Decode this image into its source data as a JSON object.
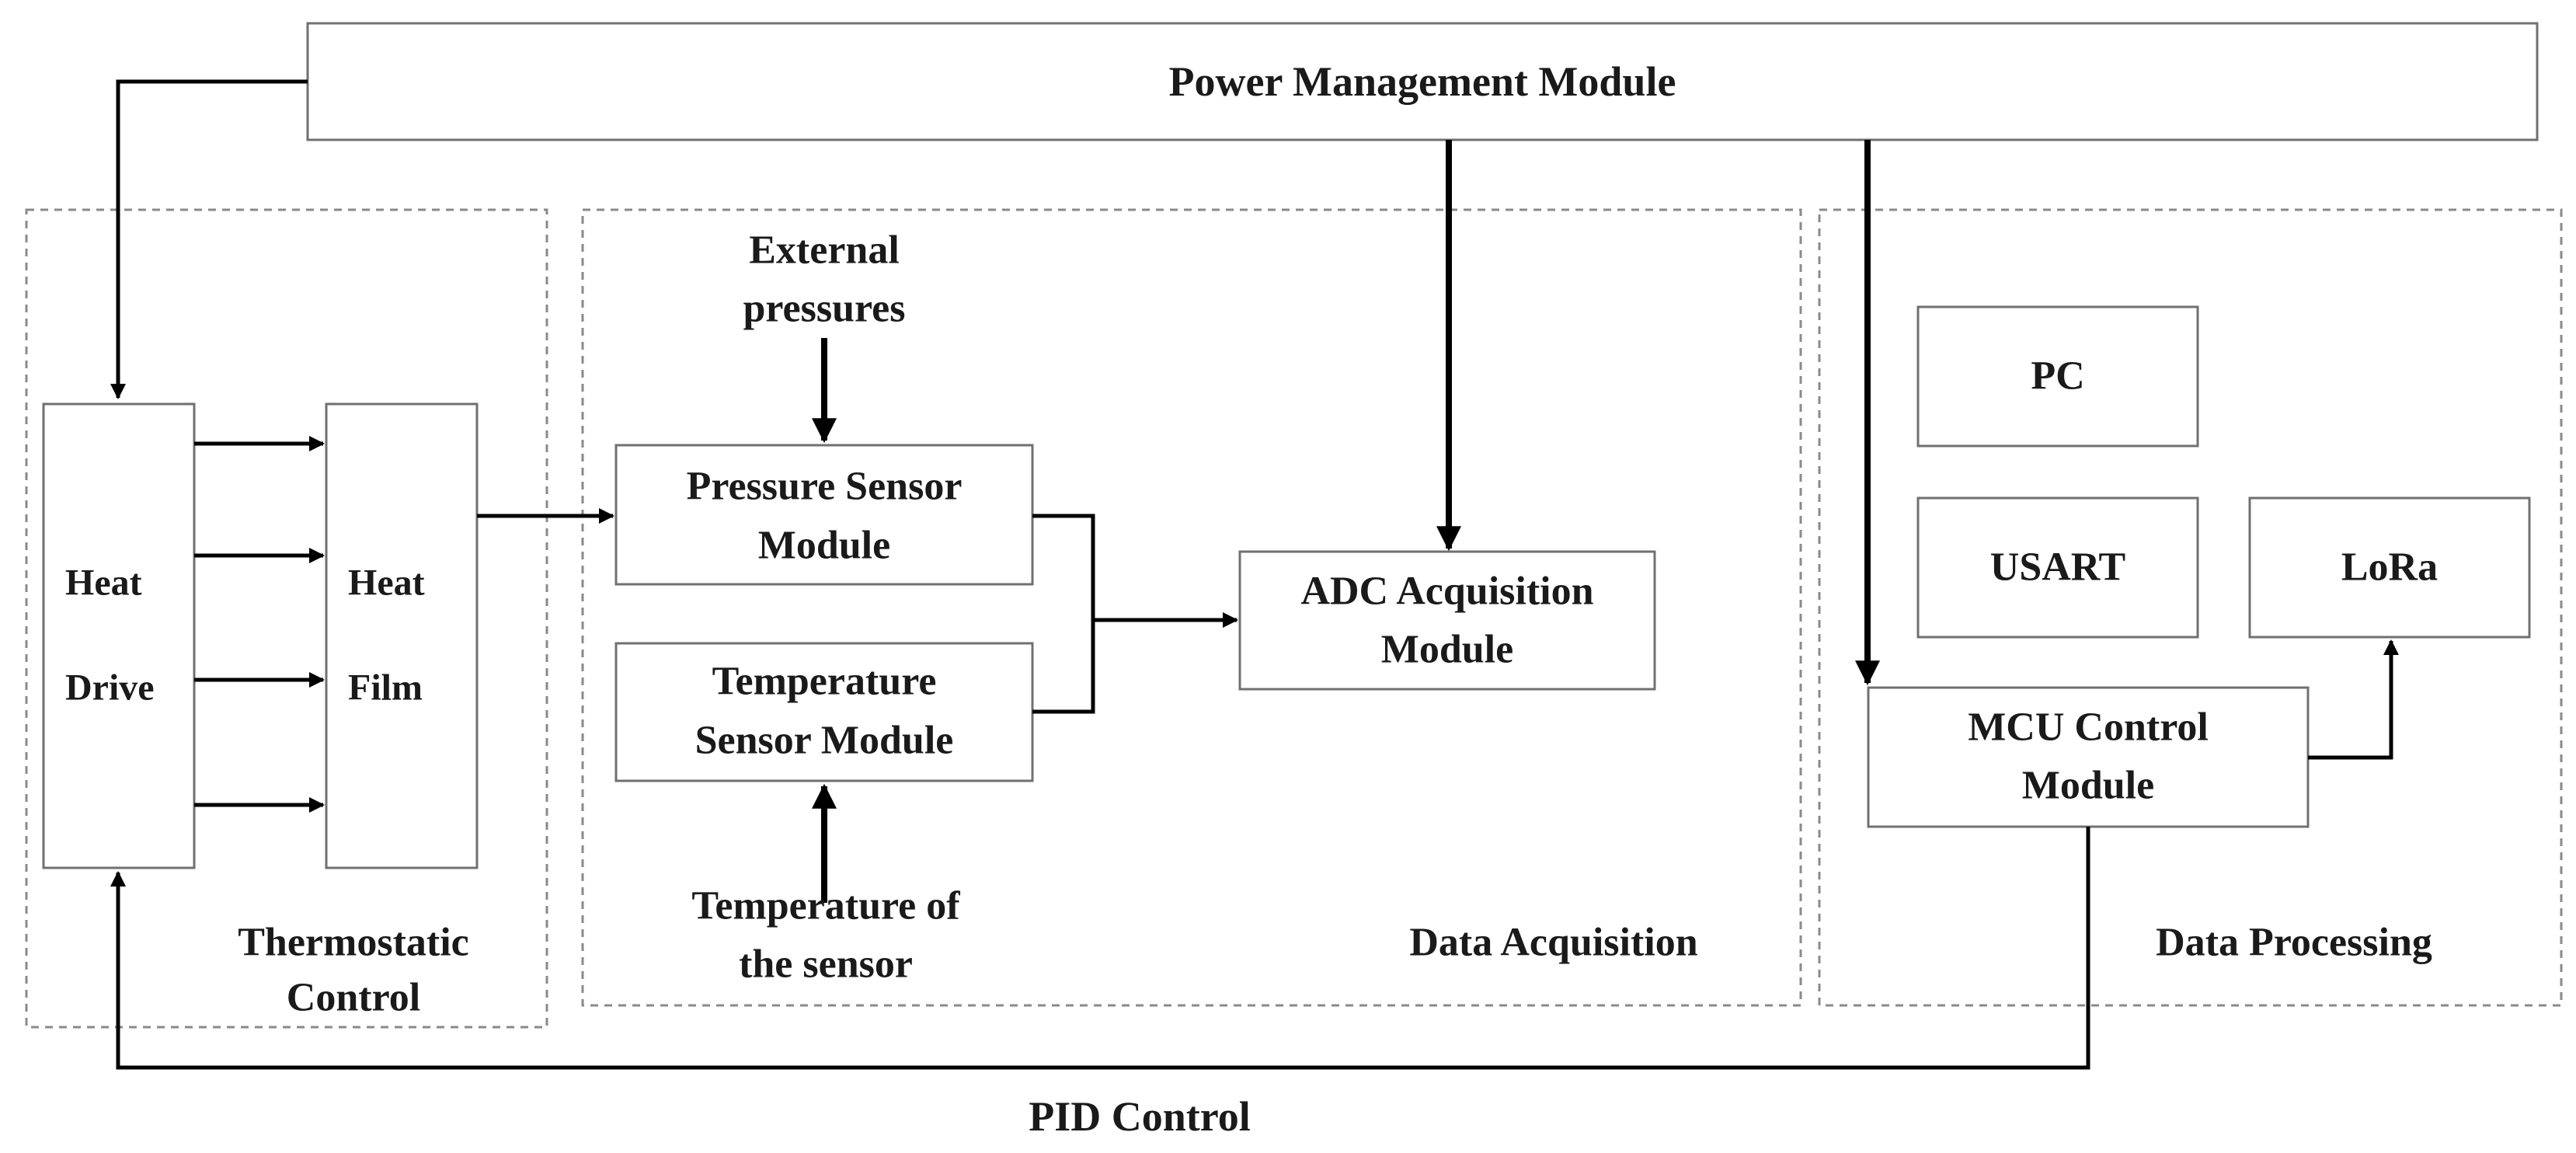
{
  "modules": {
    "power": "Power Management Module",
    "heat_drive": [
      "Heat",
      "Drive"
    ],
    "heat_film": [
      "Heat",
      "Film"
    ],
    "pressure_sensor": [
      "Pressure Sensor",
      "Module"
    ],
    "temperature_sensor": [
      "Temperature",
      "Sensor Module"
    ],
    "adc": [
      "ADC Acquisition",
      "Module"
    ],
    "pc": "PC",
    "usart": "USART",
    "lora": "LoRa",
    "mcu": [
      "MCU Control",
      "Module"
    ]
  },
  "inputs": {
    "external_pressures": [
      "External",
      "pressures"
    ],
    "sensor_temperature": [
      "Temperature of",
      "the sensor"
    ]
  },
  "groups": {
    "thermostatic": [
      "Thermostatic",
      "Control"
    ],
    "acquisition": "Data Acquisition",
    "processing": "Data Processing"
  },
  "feedback": "PID Control"
}
